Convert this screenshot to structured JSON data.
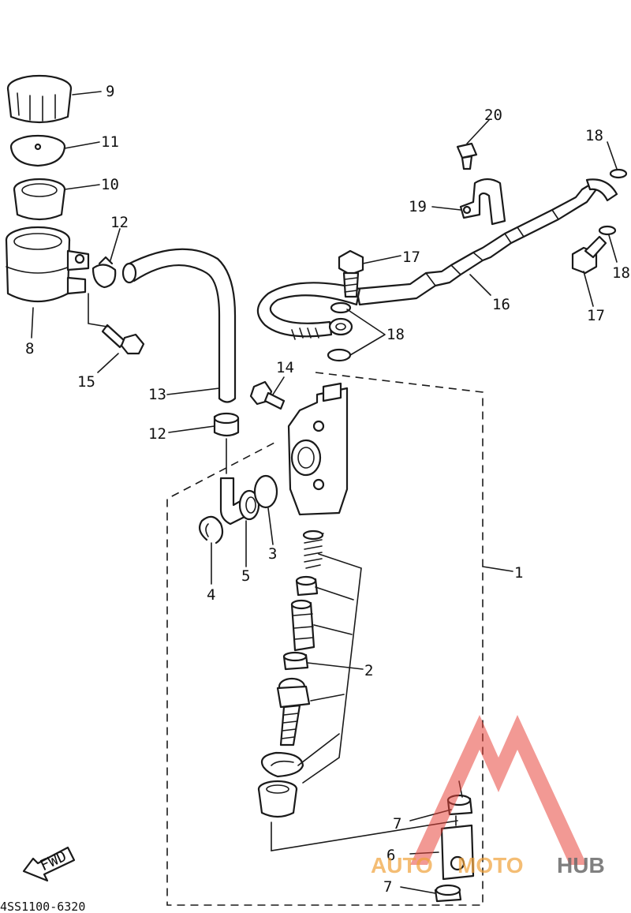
{
  "diagram": {
    "part_code": "4SS1100-6320",
    "fwd_label": "FWD",
    "callouts": [
      {
        "id": "c9",
        "text": "9"
      },
      {
        "id": "c11",
        "text": "11"
      },
      {
        "id": "c10",
        "text": "10"
      },
      {
        "id": "c12a",
        "text": "12"
      },
      {
        "id": "c8",
        "text": "8"
      },
      {
        "id": "c15",
        "text": "15"
      },
      {
        "id": "c13",
        "text": "13"
      },
      {
        "id": "c12b",
        "text": "12"
      },
      {
        "id": "c4",
        "text": "4"
      },
      {
        "id": "c5",
        "text": "5"
      },
      {
        "id": "c3",
        "text": "3"
      },
      {
        "id": "c14",
        "text": "14"
      },
      {
        "id": "c17a",
        "text": "17"
      },
      {
        "id": "c18a",
        "text": "18"
      },
      {
        "id": "c16",
        "text": "16"
      },
      {
        "id": "c19",
        "text": "19"
      },
      {
        "id": "c20",
        "text": "20"
      },
      {
        "id": "c18b",
        "text": "18"
      },
      {
        "id": "c18c",
        "text": "18"
      },
      {
        "id": "c17b",
        "text": "17"
      },
      {
        "id": "c1",
        "text": "1"
      },
      {
        "id": "c2",
        "text": "2"
      },
      {
        "id": "c7a",
        "text": "7"
      },
      {
        "id": "c6",
        "text": "6"
      },
      {
        "id": "c7b",
        "text": "7"
      }
    ]
  },
  "watermark": {
    "brand_left": "AUTO",
    "brand_mid": "MOTO",
    "brand_right": "HUB",
    "color_accent": "#e8463c",
    "color_orange": "#f0a23a",
    "color_gray": "#6b6b6b"
  }
}
